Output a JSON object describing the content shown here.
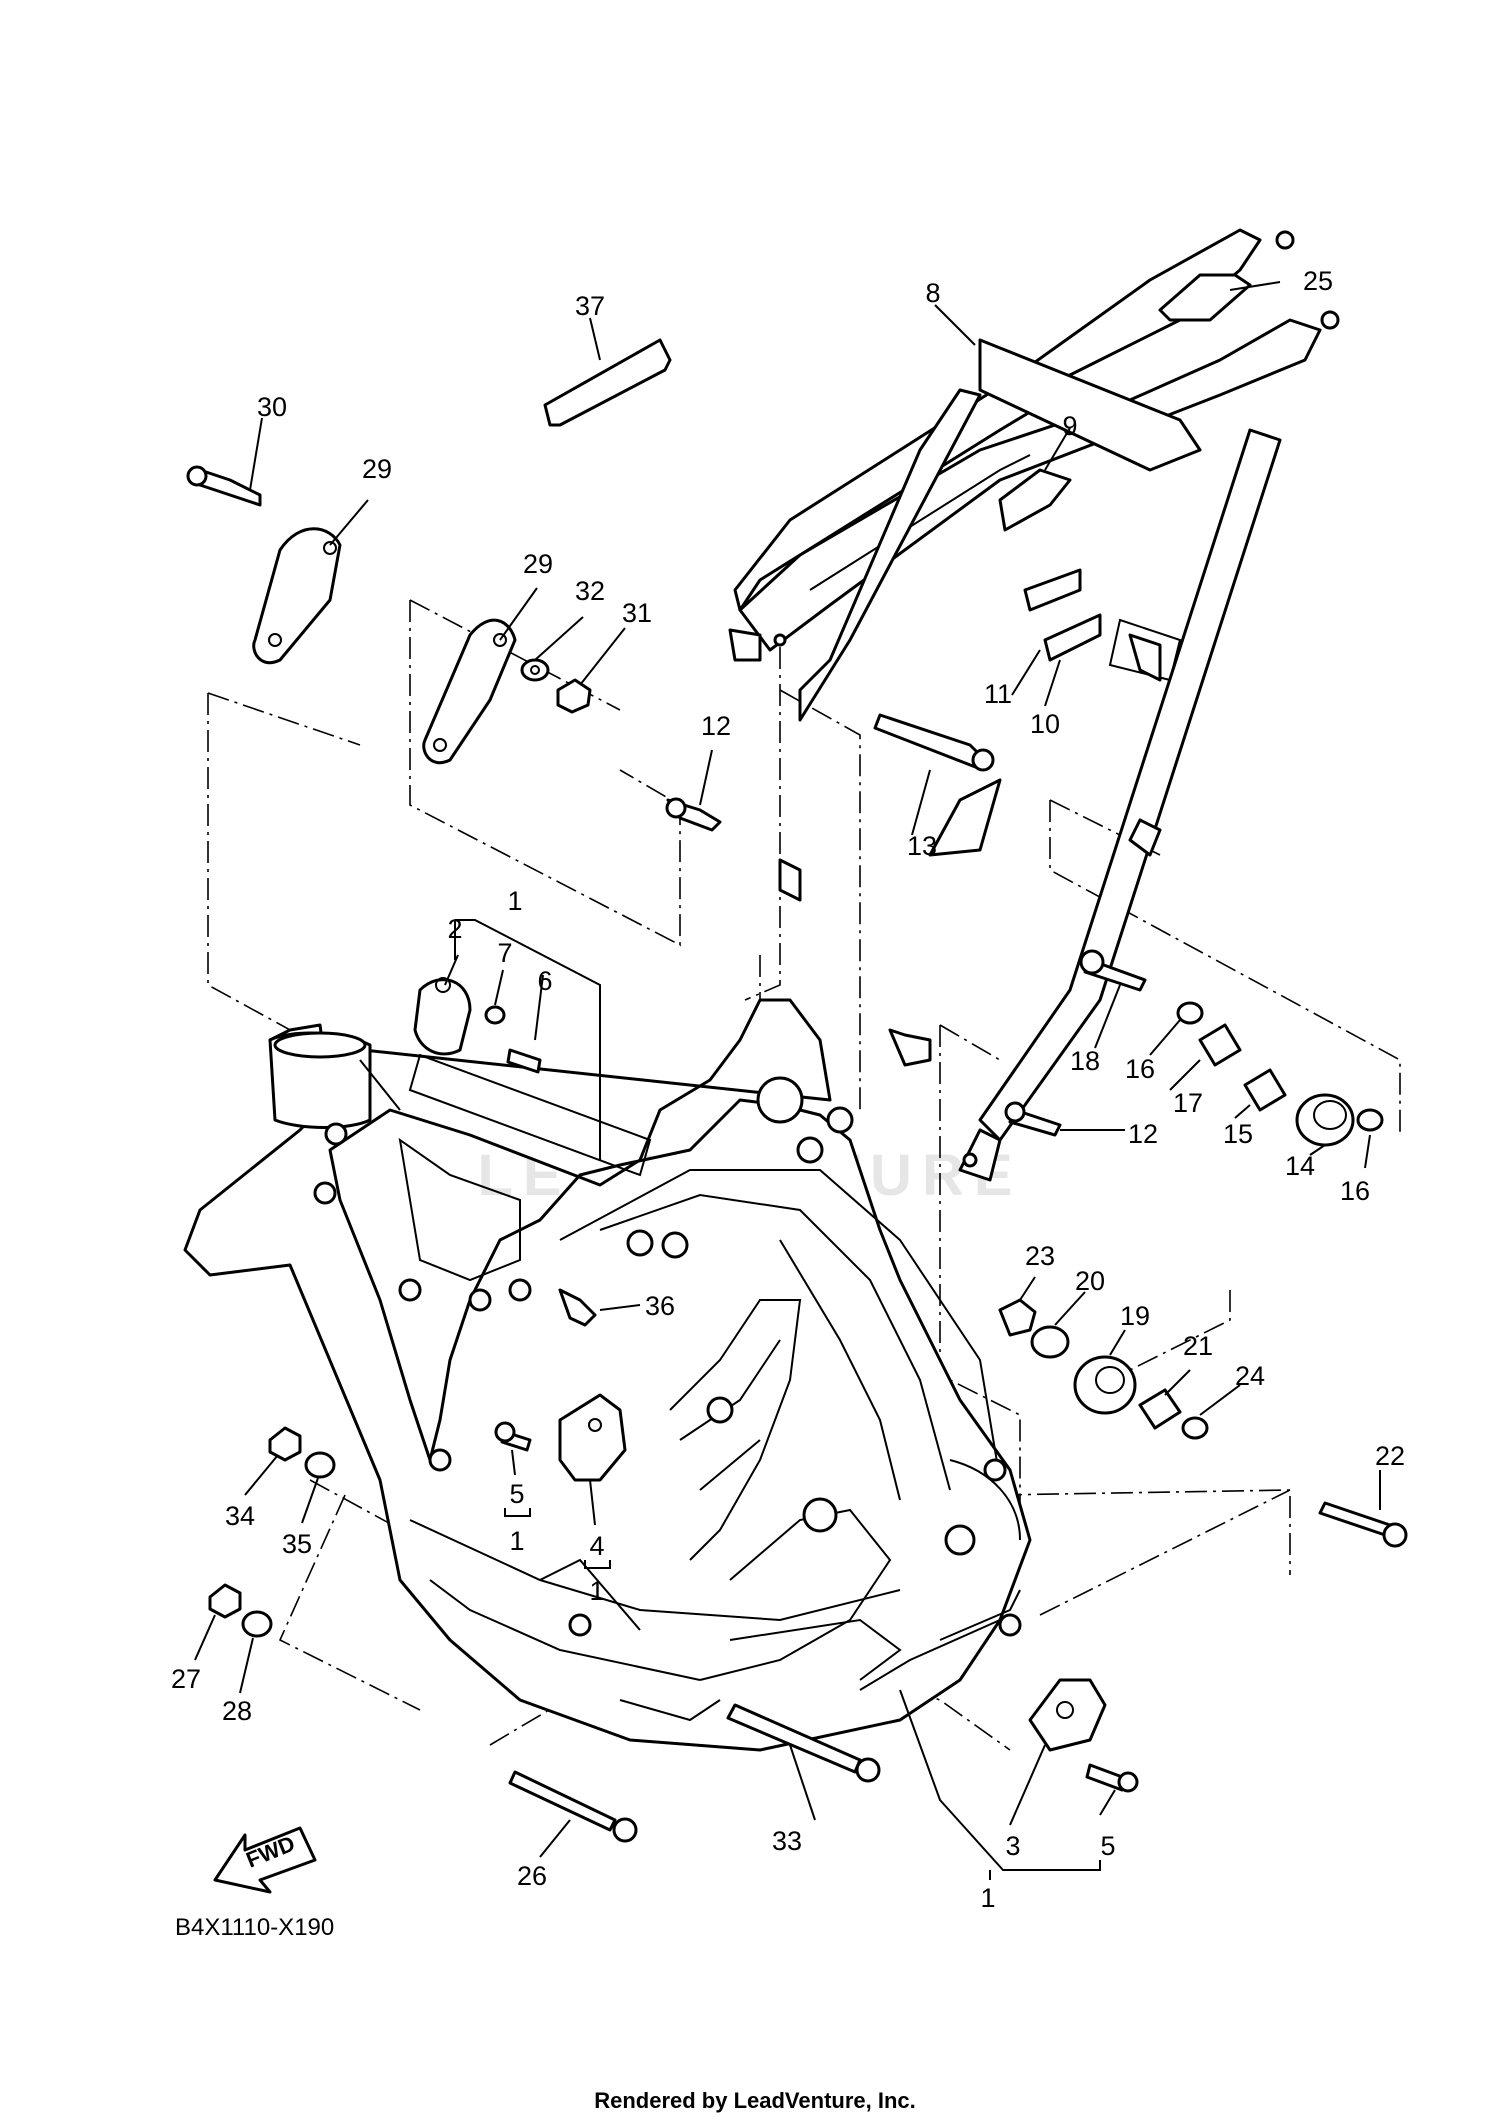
{
  "diagram_code": "B4X1110-X190",
  "footer": "Rendered by LeadVenture, Inc.",
  "fwd_label": "FWD",
  "watermark_text": "LEADVENTURE",
  "callouts": {
    "c37": "37",
    "c8": "8",
    "c25": "25",
    "c30": "30",
    "c29a": "29",
    "c9": "9",
    "c29b": "29",
    "c32": "32",
    "c31": "31",
    "c11": "11",
    "c10": "10",
    "c12a": "12",
    "c13": "13",
    "c1a": "1",
    "c2": "2",
    "c7": "7",
    "c6": "6",
    "c18": "18",
    "c16a": "16",
    "c17": "17",
    "c15": "15",
    "c12b": "12",
    "c14": "14",
    "c16b": "16",
    "c36": "36",
    "c23": "23",
    "c20": "20",
    "c19": "19",
    "c21": "21",
    "c24": "24",
    "c22": "22",
    "c34": "34",
    "c35": "35",
    "c5a": "5",
    "c1b": "1",
    "c4": "4",
    "c1c": "1",
    "c27": "27",
    "c28": "28",
    "c33": "33",
    "c3": "3",
    "c5b": "5",
    "c26": "26",
    "c1d": "1"
  }
}
